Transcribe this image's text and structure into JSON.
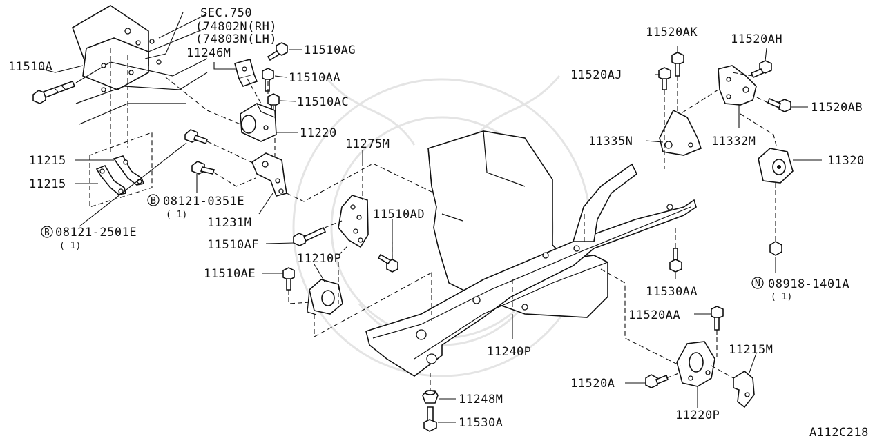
{
  "diagram": {
    "code": "A112C218",
    "labels": {
      "sec": "SEC.750",
      "sec_rh": "(74802N(RH)",
      "sec_lh": "(74803N(LH)",
      "l11510A": "11510A",
      "l11246M": "11246M",
      "l11510AG": "11510AG",
      "l11510AA": "11510AA",
      "l11510AC": "11510AC",
      "l11220": "11220",
      "l11215a": "11215",
      "l11215b": "11215",
      "l08121_2501E": "08121-2501E",
      "l08121_2501E_qty": "( 1)",
      "l08121_0351E": "08121-0351E",
      "l08121_0351E_qty": "( 1)",
      "l11231M": "11231M",
      "l11275M": "11275M",
      "l11510AD": "11510AD",
      "l11510AF": "11510AF",
      "l11510AE": "11510AE",
      "l11210P": "11210P",
      "l11240P": "11240P",
      "l11248M": "11248M",
      "l11530A": "11530A",
      "l11520AK": "11520AK",
      "l11520AH": "11520AH",
      "l11520AJ": "11520AJ",
      "l11520AB": "11520AB",
      "l11335N": "11335N",
      "l11332M": "11332M",
      "l11320": "11320",
      "l08918_1401A": "08918-1401A",
      "l08918_1401A_qty": "( 1)",
      "l11530AA": "11530AA",
      "l11520AA": "11520AA",
      "l11215M": "11215M",
      "l11520A": "11520A",
      "l11220P": "11220P"
    },
    "badges": {
      "b1": "B",
      "b2": "B",
      "n1": "N"
    }
  }
}
